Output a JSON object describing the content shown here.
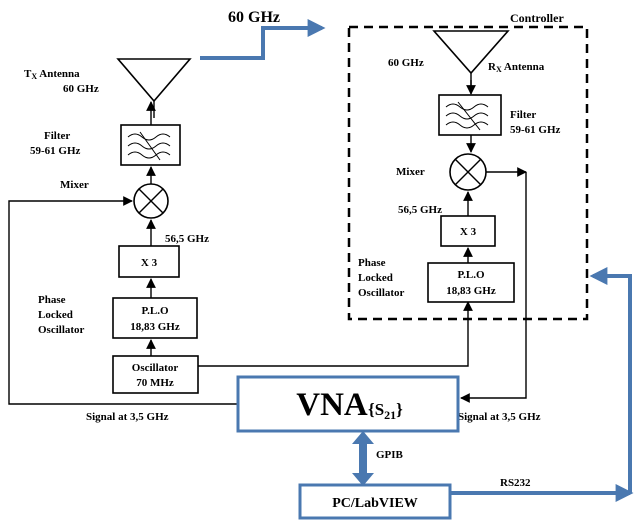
{
  "top_link_label": "60 GHz",
  "controller_label": "Controller",
  "tx": {
    "antenna_line1": "T",
    "antenna_sub": "X",
    "antenna_line1_rest": " Antenna",
    "antenna_line2": "60 GHz",
    "filter_line1": "Filter",
    "filter_line2": "59-61 GHz",
    "mixer": "Mixer",
    "freq_56": "56,5 GHz",
    "x3": "X 3",
    "pll_line1": "Phase",
    "pll_line2": "Locked",
    "pll_line3": "Oscillator",
    "plo_line1": "P.L.O",
    "plo_line2": "18,83 GHz",
    "osc_line1": "Oscillator",
    "osc_line2": "70 MHz",
    "signal": "Signal at 3,5 GHz"
  },
  "rx": {
    "antenna_freq": "60 GHz",
    "antenna_line1": "R",
    "antenna_sub": "X",
    "antenna_line1_rest": " Antenna",
    "filter_line1": "Filter",
    "filter_line2": "59-61 GHz",
    "mixer": "Mixer",
    "freq_56": "56,5 GHz",
    "x3": "X 3",
    "pll_line1": "Phase",
    "pll_line2": "Locked",
    "pll_line3": "Oscillator",
    "plo_line1": "P.L.O",
    "plo_line2": "18,83 GHz",
    "signal": "Signal at 3,5 GHz"
  },
  "vna": {
    "label": "VNA",
    "param_open": "{S",
    "param_sub": "21",
    "param_close": "}"
  },
  "gpib": "GPIB",
  "rs232": "RS232",
  "pc": "PC/LabVIEW",
  "colors": {
    "link_blue": "#4a78b0",
    "lines": "#000000"
  }
}
